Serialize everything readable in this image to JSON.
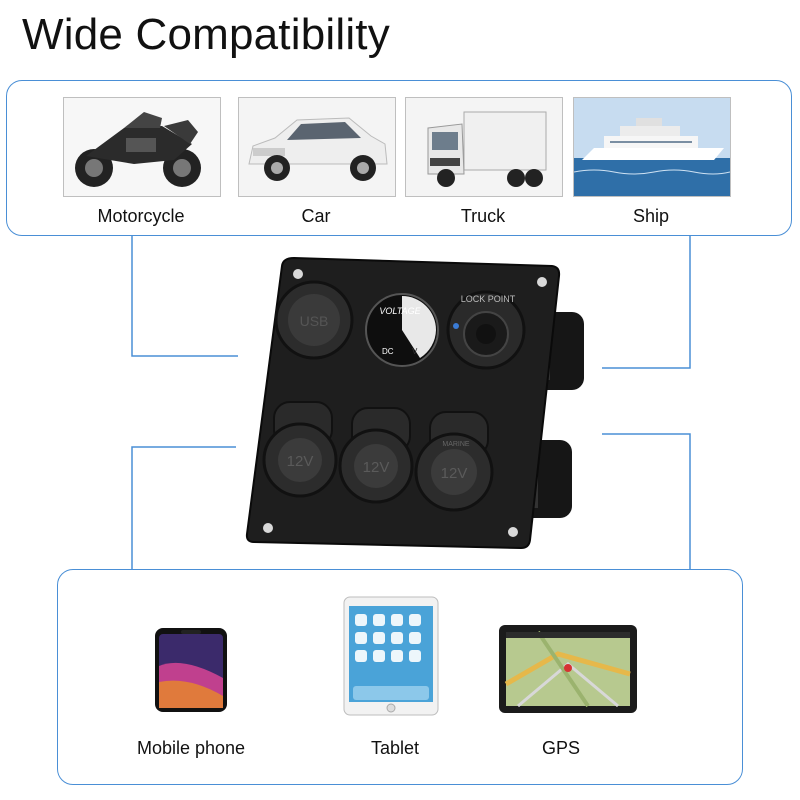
{
  "title": "Wide Compatibility",
  "vehicles": [
    {
      "label": "Motorcycle",
      "icon": "motorcycle-image"
    },
    {
      "label": "Car",
      "icon": "car-image"
    },
    {
      "label": "Truck",
      "icon": "truck-image"
    },
    {
      "label": "Ship",
      "icon": "ship-image"
    }
  ],
  "panel": {
    "usb_text": "USB",
    "voltage_text": "VOLTAGE",
    "dc_text": "DC",
    "v_text": "V",
    "lock_text": "LOCK POINT",
    "socket_text": "12V",
    "marine_text": "MARINE"
  },
  "devices": [
    {
      "label": "Mobile phone",
      "icon": "mobile-phone-image"
    },
    {
      "label": "Tablet",
      "icon": "tablet-image"
    },
    {
      "label": "GPS",
      "icon": "gps-image"
    }
  ],
  "colors": {
    "accent": "#4a8fd6",
    "panel": "#1e1e1e"
  }
}
